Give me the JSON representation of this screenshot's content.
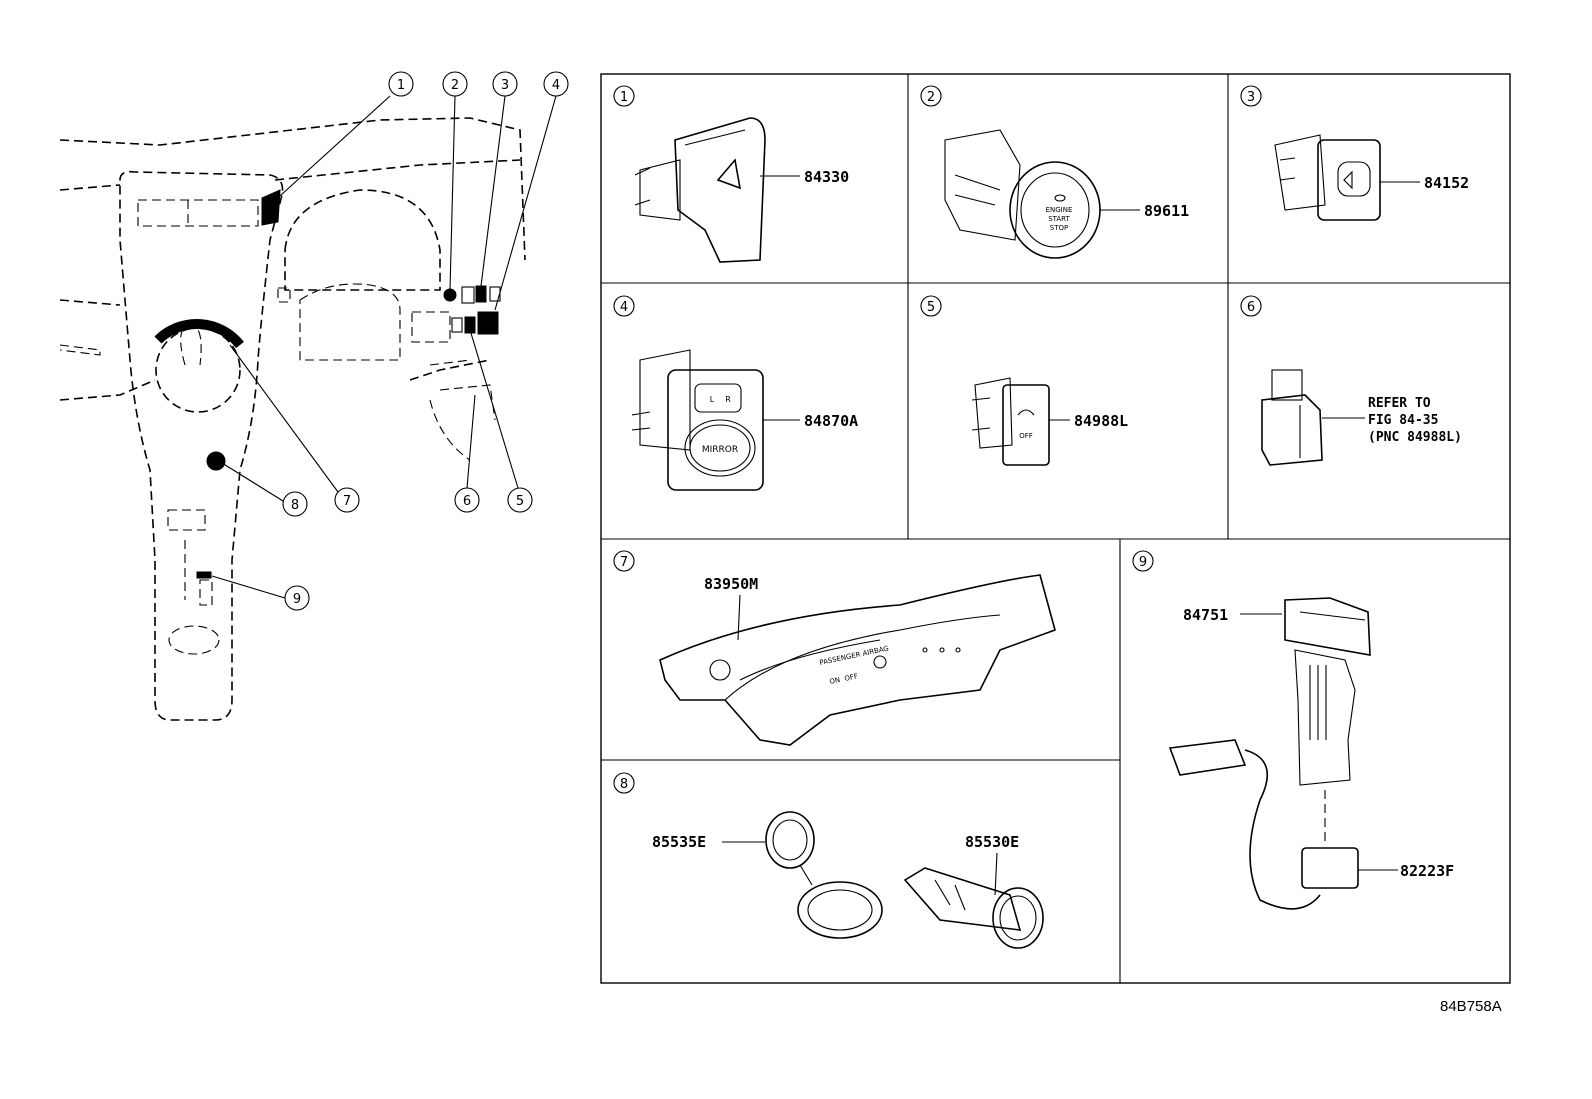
{
  "figure_id": "84B758A",
  "callouts": [
    "1",
    "2",
    "3",
    "4",
    "5",
    "6",
    "7",
    "8",
    "9"
  ],
  "panels": [
    {
      "no": "1",
      "parts": [
        "84330"
      ]
    },
    {
      "no": "2",
      "parts": [
        "89611"
      ],
      "button_text": [
        "ENGINE",
        "START",
        "STOP"
      ]
    },
    {
      "no": "3",
      "parts": [
        "84152"
      ]
    },
    {
      "no": "4",
      "parts": [
        "84870A"
      ],
      "button_text": [
        "L",
        "R",
        "MIRROR"
      ]
    },
    {
      "no": "5",
      "parts": [
        "84988L"
      ],
      "button_text": "OFF"
    },
    {
      "no": "6",
      "note_lines": [
        "REFER TO",
        "FIG 84-35",
        "(PNC 84988L)"
      ]
    },
    {
      "no": "7",
      "parts": [
        "83950M"
      ],
      "button_text": [
        "PASSENGER AIRBAG",
        "ON",
        "OFF"
      ]
    },
    {
      "no": "8",
      "parts": [
        "85535E",
        "85530E"
      ]
    },
    {
      "no": "9",
      "parts": [
        "84751",
        "82223F"
      ]
    }
  ]
}
